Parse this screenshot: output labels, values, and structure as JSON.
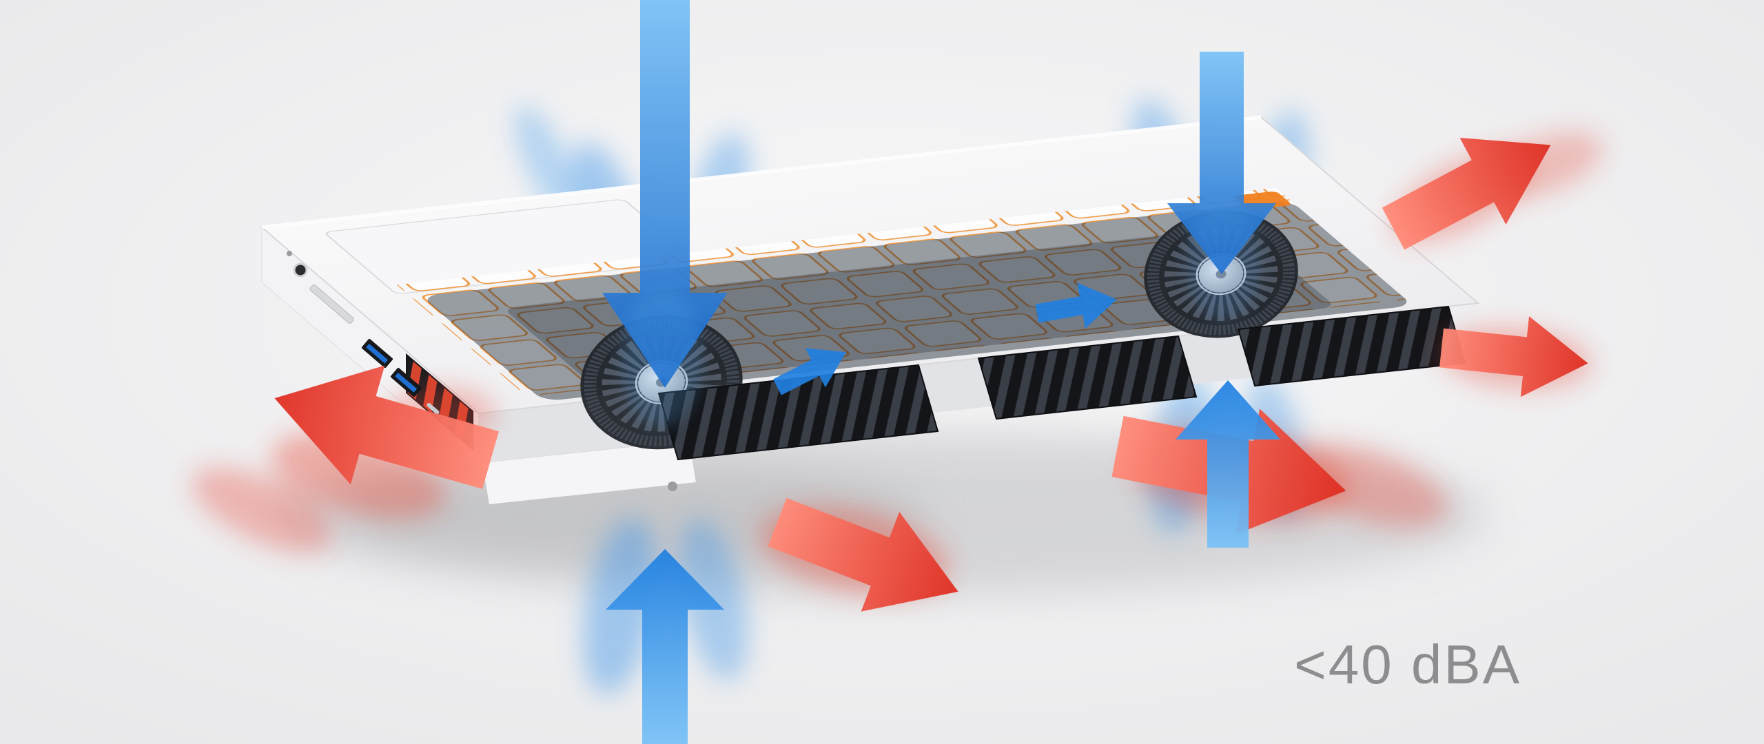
{
  "label": {
    "text": "<40 dBA"
  },
  "colors": {
    "bgLight": "#f8f8f9",
    "bgDark": "#e7e7e9",
    "arrowBlue": "#1f7fe0",
    "arrowBlueDeep": "#1565c9",
    "arrowBlueLight": "#79c2f7",
    "arrowRed": "#de2c20",
    "arrowRedLight": "#ff8a78",
    "keyStroke": "#f09a45",
    "accentOrange": "#f07f1f",
    "body": "#fbfbfc",
    "bodySide": "#e2e3e6",
    "ventBase": "#141519",
    "ventSlat": "#3a3e46",
    "ventGlow": "#d6452e",
    "fanBody": "#22262c",
    "fanBlade": "#4a515c",
    "usbBlue": "#1f6fd0",
    "labelColor": "#8d8d8f"
  },
  "scene": {
    "subject": "laptop-cooling-airflow-illustration",
    "intake_arrow_color": "blue",
    "exhaust_arrow_color": "red",
    "intake_arrow_count": 4,
    "exhaust_arrow_count": 5,
    "fan_count": 2
  }
}
